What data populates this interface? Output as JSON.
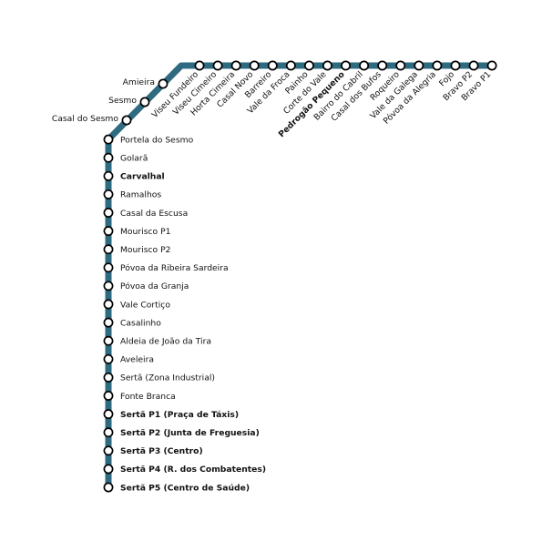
{
  "line": {
    "color": "#2e6a80",
    "stations": [
      {
        "name": "Sertã P5 (Centro de Saúde)",
        "major": true
      },
      {
        "name": "Sertã P4 (R. dos Combatentes)",
        "major": true
      },
      {
        "name": "Sertã P3 (Centro)",
        "major": true
      },
      {
        "name": "Sertã P2 (Junta de Freguesia)",
        "major": true
      },
      {
        "name": "Sertã P1 (Praça de Táxis)",
        "major": true
      },
      {
        "name": "Fonte Branca",
        "major": false
      },
      {
        "name": "Sertã (Zona Industrial)",
        "major": false
      },
      {
        "name": "Aveleira",
        "major": false
      },
      {
        "name": "Aldeia de João da Tira",
        "major": false
      },
      {
        "name": "Casalinho",
        "major": false
      },
      {
        "name": "Vale Cortiço",
        "major": false
      },
      {
        "name": "Póvoa da Granja",
        "major": false
      },
      {
        "name": "Póvoa da Ribeira Sardeira",
        "major": false
      },
      {
        "name": "Mourisco P2",
        "major": false
      },
      {
        "name": "Mourisco P1",
        "major": false
      },
      {
        "name": "Casal da Escusa",
        "major": false
      },
      {
        "name": "Ramalhos",
        "major": false
      },
      {
        "name": "Carvalhal",
        "major": true
      },
      {
        "name": "Golarã",
        "major": false
      },
      {
        "name": "Portela do Sesmo",
        "major": false
      },
      {
        "name": "Casal do Sesmo",
        "major": false
      },
      {
        "name": "Sesmo",
        "major": false
      },
      {
        "name": "Amieira",
        "major": false
      },
      {
        "name": "Viseu Fundeiro",
        "major": false
      },
      {
        "name": "Viseu Cimeiro",
        "major": false
      },
      {
        "name": "Horta Cimeira",
        "major": false
      },
      {
        "name": "Casal Novo",
        "major": false
      },
      {
        "name": "Barreiro",
        "major": false
      },
      {
        "name": "Vale da Froca",
        "major": false
      },
      {
        "name": "Painho",
        "major": false
      },
      {
        "name": "Corte do Vale",
        "major": false
      },
      {
        "name": "Pedrogão Pequeno",
        "major": true
      },
      {
        "name": "Bairro do Cabril",
        "major": false
      },
      {
        "name": "Casal dos Bufos",
        "major": false
      },
      {
        "name": "Roqueiro",
        "major": false
      },
      {
        "name": "Vale da Galega",
        "major": false
      },
      {
        "name": "Póvoa da Alegria",
        "major": false
      },
      {
        "name": "Fojo",
        "major": false
      },
      {
        "name": "Bravo P2",
        "major": false
      },
      {
        "name": "Bravo P1",
        "major": false
      }
    ]
  }
}
